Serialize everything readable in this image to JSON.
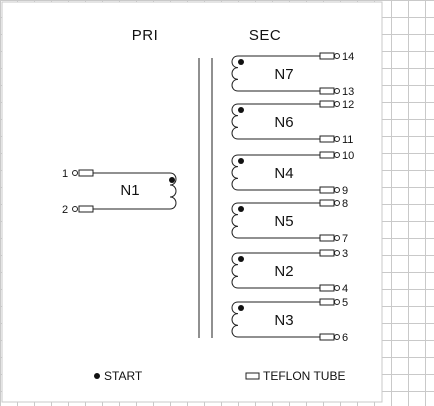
{
  "headers": {
    "primary": "PRI",
    "secondary": "SEC"
  },
  "primary": {
    "name": "N1",
    "pin_top": "1",
    "pin_bottom": "2"
  },
  "secondary": [
    {
      "name": "N7",
      "pin_top": "14",
      "pin_bottom": "13"
    },
    {
      "name": "N6",
      "pin_top": "12",
      "pin_bottom": "11"
    },
    {
      "name": "N4",
      "pin_top": "10",
      "pin_bottom": "9"
    },
    {
      "name": "N5",
      "pin_top": "8",
      "pin_bottom": "7"
    },
    {
      "name": "N2",
      "pin_top": "3",
      "pin_bottom": "4"
    },
    {
      "name": "N3",
      "pin_top": "5",
      "pin_bottom": "6"
    }
  ],
  "legend": {
    "start": "START",
    "teflon": "TEFLON TUBE"
  },
  "colors": {
    "grid": "#c9c9c9",
    "ink": "#222222",
    "paper": "#ffffff"
  }
}
